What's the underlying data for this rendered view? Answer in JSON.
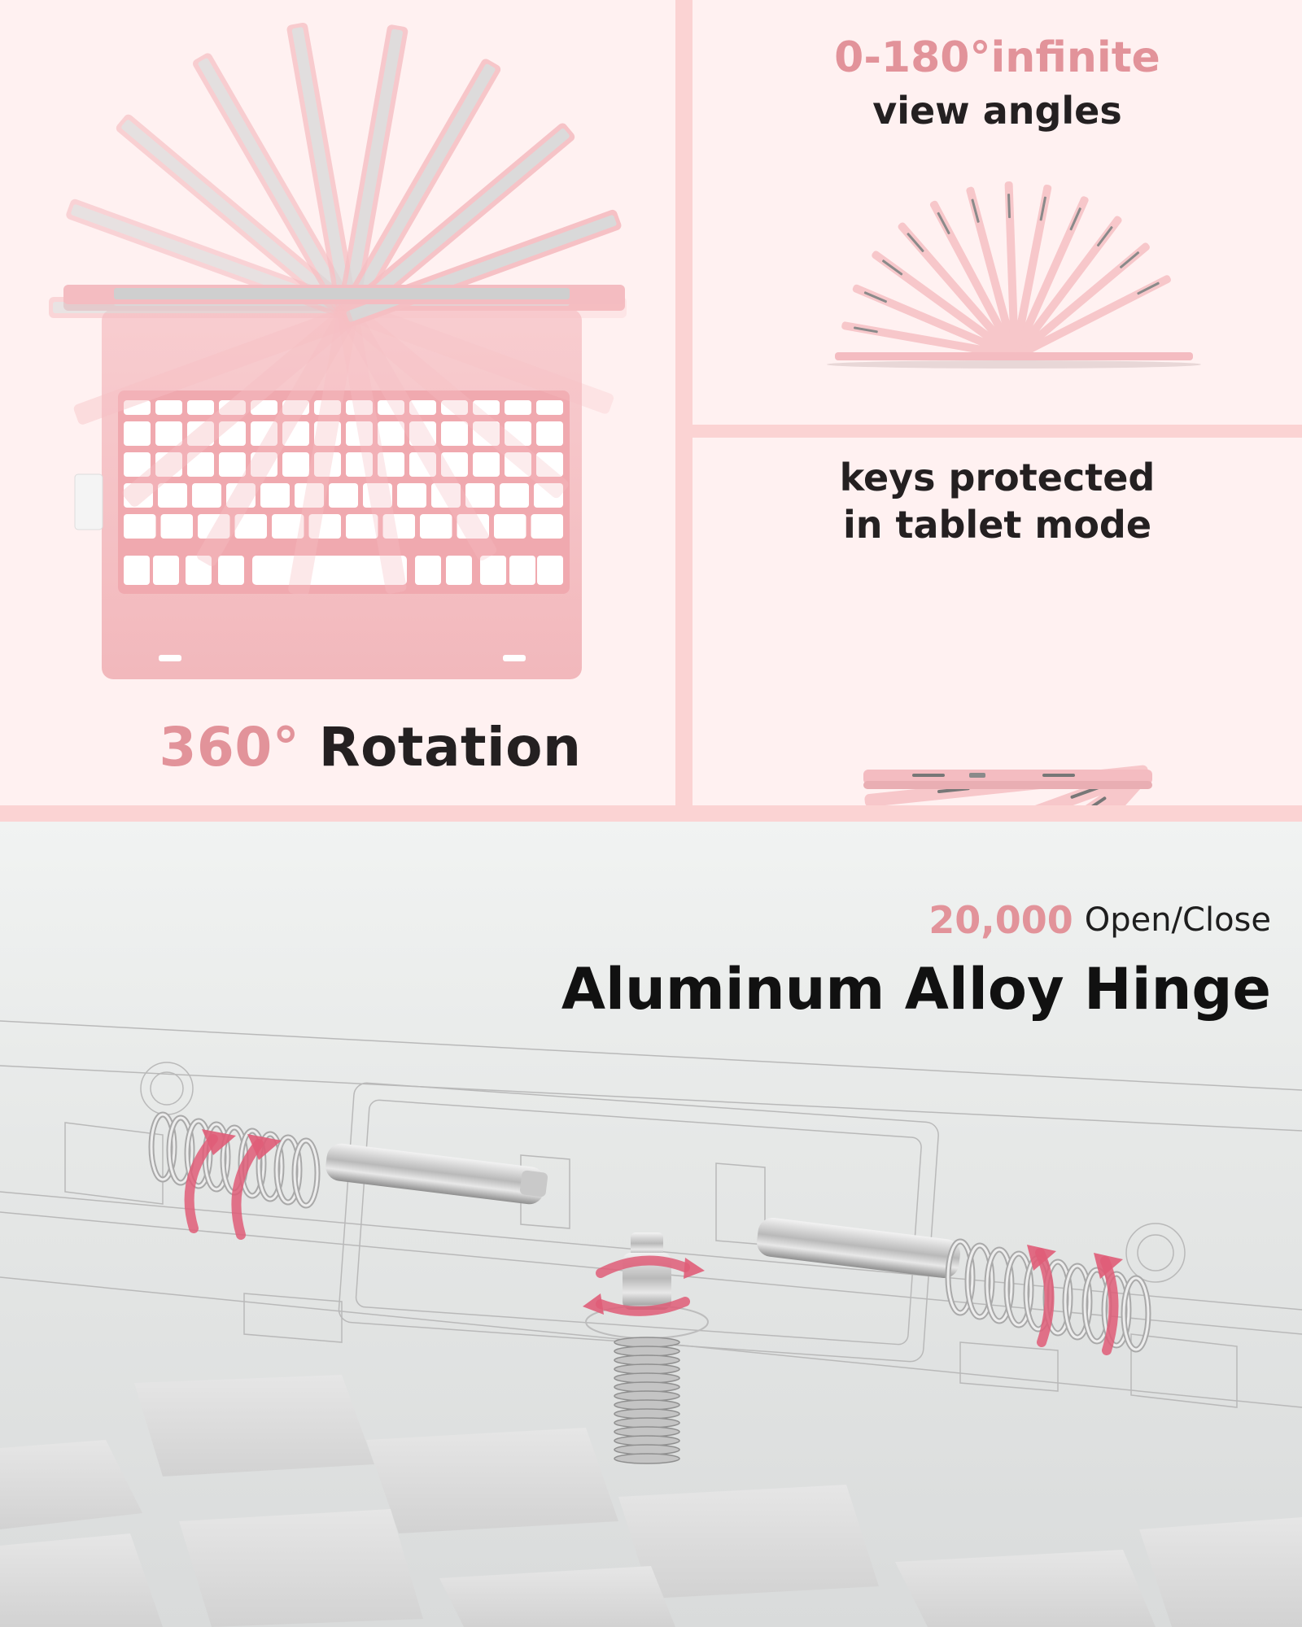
{
  "colors": {
    "accent": "#e2939a",
    "panel_bg": "#fff1f1",
    "border": "#fbd3d3",
    "keyboard_pink": "#f6c3c6",
    "text_dark": "#242021"
  },
  "rotation_panel": {
    "title_number": "360°",
    "title_word": "Rotation"
  },
  "angles_panel": {
    "title_accent": "0-180°",
    "title_accent_word": "infinite",
    "title_line2": "view angles"
  },
  "keys_panel": {
    "title_line1": "keys protected",
    "title_line2": "in tablet mode"
  },
  "hinge_panel": {
    "count_number": "20,000",
    "count_label": "Open/Close",
    "title": "Aluminum Alloy Hinge"
  }
}
